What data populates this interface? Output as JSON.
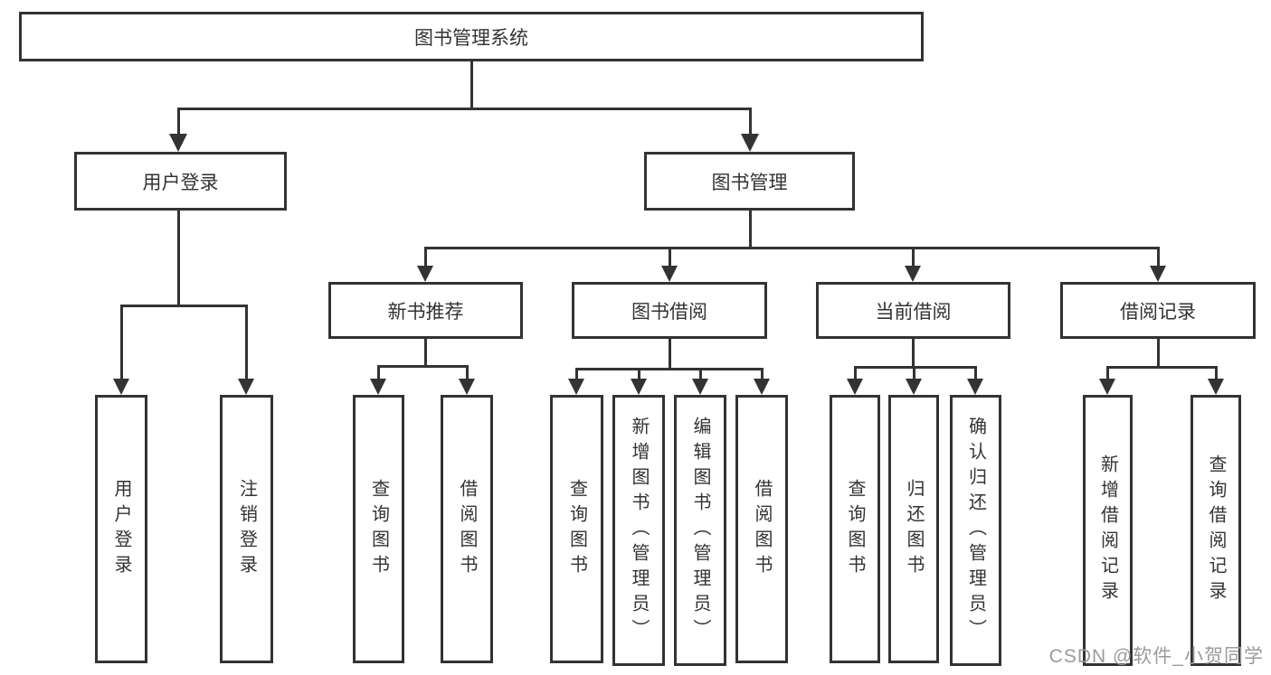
{
  "diagram_title": "图书管理系统",
  "tree": {
    "label": "图书管理系统",
    "children": [
      {
        "label": "用户登录",
        "children": [
          {
            "label": "用户登录"
          },
          {
            "label": "注销登录"
          }
        ]
      },
      {
        "label": "图书管理",
        "children": [
          {
            "label": "新书推荐",
            "children": [
              {
                "label": "查询图书"
              },
              {
                "label": "借阅图书"
              }
            ]
          },
          {
            "label": "图书借阅",
            "children": [
              {
                "label": "查询图书"
              },
              {
                "label": "新增图书（管理员）"
              },
              {
                "label": "编辑图书（管理员）"
              },
              {
                "label": "借阅图书"
              }
            ]
          },
          {
            "label": "当前借阅",
            "children": [
              {
                "label": "查询图书"
              },
              {
                "label": "归还图书"
              },
              {
                "label": "确认归还（管理员）"
              }
            ]
          },
          {
            "label": "借阅记录",
            "children": [
              {
                "label": "新增借阅记录"
              },
              {
                "label": "查询借阅记录"
              }
            ]
          }
        ]
      }
    ]
  },
  "watermark": {
    "text": "CSDN @软件_小贺同学",
    "color": "#9b9b9b"
  },
  "colors": {
    "line": "#333333",
    "text": "#333333",
    "background": "#ffffff"
  }
}
